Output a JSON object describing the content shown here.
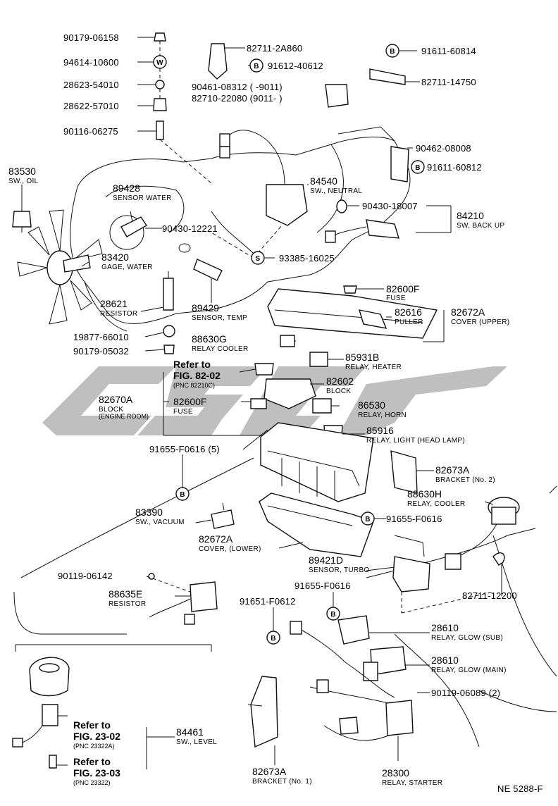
{
  "diagram_code": "NE 5288-F",
  "circle_markers": {
    "b": "B",
    "w": "W",
    "s": "S"
  },
  "parts": [
    {
      "id": "p1",
      "pn": "90179-06158",
      "desc": ""
    },
    {
      "id": "p2",
      "pn": "94614-10600",
      "desc": ""
    },
    {
      "id": "p3",
      "pn": "28623-54010",
      "desc": ""
    },
    {
      "id": "p4",
      "pn": "28622-57010",
      "desc": ""
    },
    {
      "id": "p5",
      "pn": "90116-06275",
      "desc": ""
    },
    {
      "id": "p6",
      "pn": "83530",
      "desc": "SW., OIL"
    },
    {
      "id": "p7",
      "pn": "89428",
      "desc": "SENSOR WATER"
    },
    {
      "id": "p8",
      "pn": "90430-12221",
      "desc": ""
    },
    {
      "id": "p9",
      "pn": "83420",
      "desc": "GAGE, WATER"
    },
    {
      "id": "p10",
      "pn": "28621",
      "desc": "RESISTOR"
    },
    {
      "id": "p11",
      "pn": "89429",
      "desc": "SENSOR, TEMP"
    },
    {
      "id": "p12",
      "pn": "19877-66010",
      "desc": ""
    },
    {
      "id": "p13",
      "pn": "90179-05032",
      "desc": ""
    },
    {
      "id": "p14",
      "pn": "82711-2A860",
      "desc": ""
    },
    {
      "id": "p15",
      "pn": "91612-40612",
      "desc": ""
    },
    {
      "id": "p16",
      "pn": "90461-08312 (        -9011)",
      "desc": ""
    },
    {
      "id": "p17",
      "pn": "82710-22080 (9011-        )",
      "desc": ""
    },
    {
      "id": "p18",
      "pn": "91611-60814",
      "desc": ""
    },
    {
      "id": "p19",
      "pn": "82711-14750",
      "desc": ""
    },
    {
      "id": "p20",
      "pn": "90462-08008",
      "desc": ""
    },
    {
      "id": "p21",
      "pn": "91611-60812",
      "desc": ""
    },
    {
      "id": "p22",
      "pn": "84540",
      "desc": "SW., NEUTRAL"
    },
    {
      "id": "p23",
      "pn": "90430-18007",
      "desc": ""
    },
    {
      "id": "p24",
      "pn": "84210",
      "desc": "SW, BACK UP"
    },
    {
      "id": "p25",
      "pn": "93385-16025",
      "desc": ""
    },
    {
      "id": "p26",
      "pn": "82600F",
      "desc": "FUSE"
    },
    {
      "id": "p27",
      "pn": "82616",
      "desc": "PULLER"
    },
    {
      "id": "p28",
      "pn": "82672A",
      "desc": "COVER (UPPER)"
    },
    {
      "id": "p29",
      "pn": "88630G",
      "desc": "RELAY COOLER"
    },
    {
      "id": "p30",
      "pn": "85931B",
      "desc": "RELAY, HEATER"
    },
    {
      "id": "p31",
      "pn": "82602",
      "desc": "BLOCK"
    },
    {
      "id": "p32",
      "pn": "82670A",
      "desc": "BLOCK"
    },
    {
      "id": "p33",
      "pn": "82600F",
      "desc": "FUSE"
    },
    {
      "id": "p34",
      "pn": "86530",
      "desc": "RELAY, HORN"
    },
    {
      "id": "p35",
      "pn": "85916",
      "desc": "RELAY, LIGHT (HEAD LAMP)"
    },
    {
      "id": "p36",
      "pn": "91655-F0616 (5)",
      "desc": ""
    },
    {
      "id": "p37",
      "pn": "82673A",
      "desc": "BRACKET (No. 2)"
    },
    {
      "id": "p38",
      "pn": "88630H",
      "desc": "RELAY, COOLER"
    },
    {
      "id": "p39",
      "pn": "83390",
      "desc": "SW., VACUUM"
    },
    {
      "id": "p40",
      "pn": "91655-F0616",
      "desc": ""
    },
    {
      "id": "p41",
      "pn": "82672A",
      "desc": "COVER, (LOWER)"
    },
    {
      "id": "p42",
      "pn": "89421D",
      "desc": "SENSOR, TURBO"
    },
    {
      "id": "p43",
      "pn": "90119-06142",
      "desc": ""
    },
    {
      "id": "p44",
      "pn": "91655-F0616",
      "desc": ""
    },
    {
      "id": "p45",
      "pn": "88635E",
      "desc": "RESISTOR"
    },
    {
      "id": "p46",
      "pn": "91651-F0612",
      "desc": ""
    },
    {
      "id": "p47",
      "pn": "82711-12200",
      "desc": ""
    },
    {
      "id": "p48",
      "pn": "28610",
      "desc": "RELAY, GLOW (SUB)"
    },
    {
      "id": "p49",
      "pn": "28610",
      "desc": "RELAY, GLOW (MAIN)"
    },
    {
      "id": "p50",
      "pn": "90119-06089 (2)",
      "desc": ""
    },
    {
      "id": "p51",
      "pn": "84461",
      "desc": "SW., LEVEL"
    },
    {
      "id": "p52",
      "pn": "82673A",
      "desc": "BRACKET (No. 1)"
    },
    {
      "id": "p53",
      "pn": "28300",
      "desc": "RELAY, STARTER"
    }
  ],
  "block_extra": "(ENGINE ROOM)",
  "refs": [
    {
      "id": "r1",
      "line1": "Refer to",
      "line2": "FIG. 82-02",
      "pnc": "(PNC 82210C)"
    },
    {
      "id": "r2",
      "line1": "Refer to",
      "line2": "FIG. 23-02",
      "pnc": "(PNC 23322A)"
    },
    {
      "id": "r3",
      "line1": "Refer to",
      "line2": "FIG. 23-03",
      "pnc": "(PNC 23322)"
    }
  ]
}
